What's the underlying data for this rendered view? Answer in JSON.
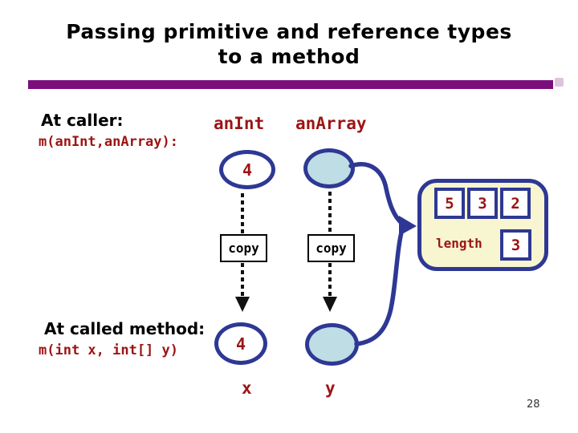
{
  "slide": {
    "title_line1": "Passing primitive and reference types",
    "title_line2": "to a method",
    "page_number": "28"
  },
  "caller": {
    "label": "At caller:",
    "code": "m(anInt,anArray):",
    "int_var_label": "anInt",
    "array_var_label": "anArray",
    "int_value": "4"
  },
  "called": {
    "label": "At called method:",
    "code": "m(int x, int[] y)",
    "int_var_label": "x",
    "array_var_label": "y",
    "int_value": "4"
  },
  "copy_arrows": {
    "left_label": "copy",
    "right_label": "copy"
  },
  "array_object": {
    "cells": [
      "5",
      "3",
      "2"
    ],
    "length_label": "length",
    "length_value": "3"
  },
  "colors": {
    "navy": "#2e3894",
    "lightblue": "#bedde4",
    "cream": "#f7f6d0",
    "red": "#9c1414",
    "purple": "#7c0e7c",
    "ink": "#111111"
  }
}
